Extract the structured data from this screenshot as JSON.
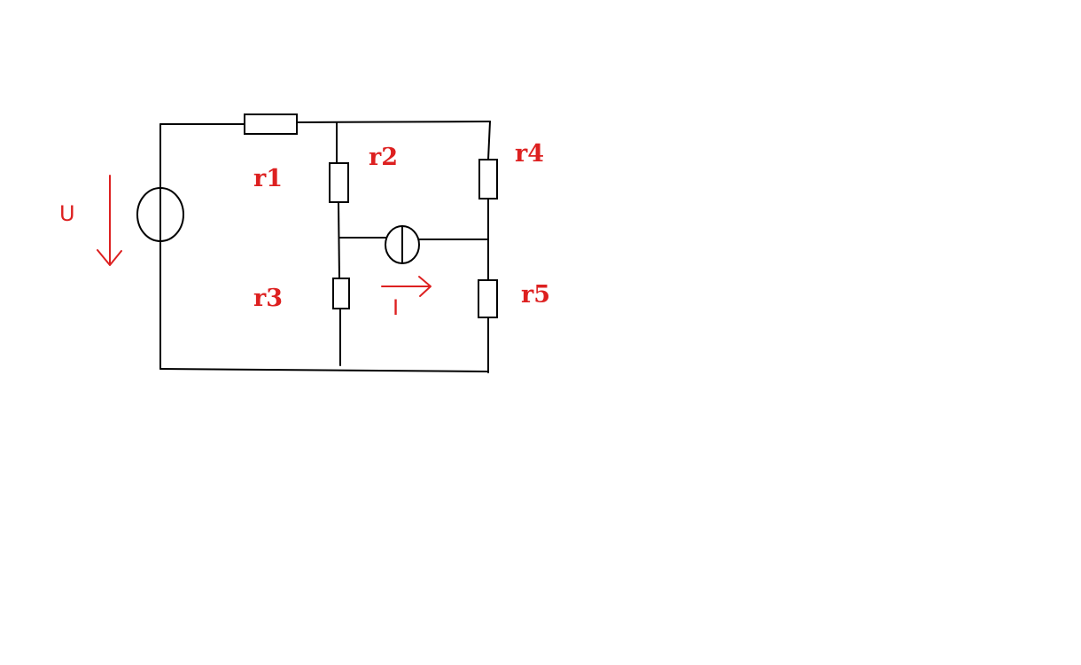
{
  "labels": {
    "r1": "r1",
    "r2": "r2",
    "r3": "r3",
    "r4": "r4",
    "r5": "r5",
    "voltage": "U",
    "current": "I"
  },
  "colors": {
    "wire": "#000000",
    "label": "#dd2020"
  }
}
